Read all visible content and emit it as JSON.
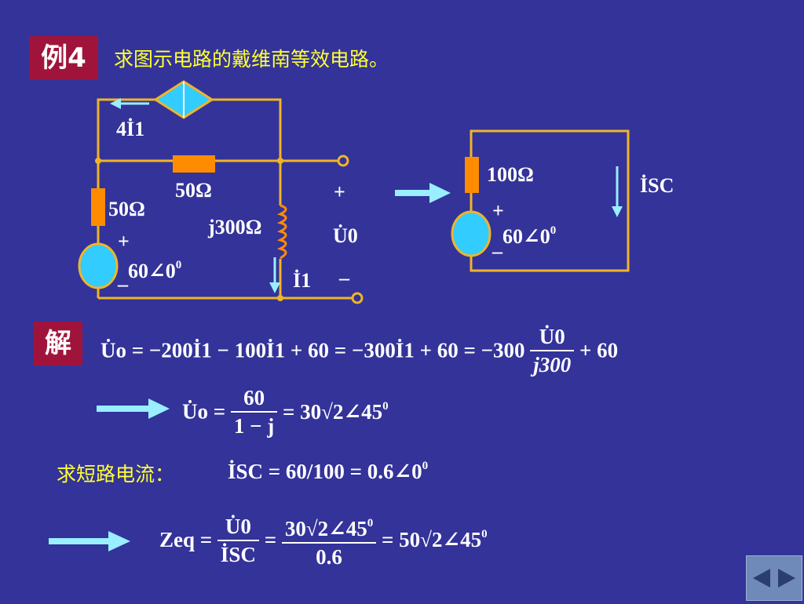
{
  "tags": {
    "example": "例4",
    "solution": "解"
  },
  "question": "求图示电路的戴维南等效电路。",
  "circuit1": {
    "source_label": "4İ1",
    "r_top": "50Ω",
    "r_left": "50Ω",
    "inductor": "j300Ω",
    "plus_left": "+",
    "minus_left": "–",
    "source_value": "60∠0",
    "source_exp": "0",
    "current": "İ1",
    "u0_plus": "+",
    "u0_minus": "–",
    "u0": "U̇0"
  },
  "circuit2": {
    "resistor": "100Ω",
    "plus": "+",
    "minus": "–",
    "source_value": "60∠0",
    "source_exp": "0",
    "current": "İSC"
  },
  "equations": {
    "eq1_left": "U̇o = −200İ1 − 100İ1 + 60 = −300İ1 + 60 = −300",
    "eq1_num": "U̇0",
    "eq1_den": "j300",
    "eq1_tail": "+ 60",
    "eq2_left": "U̇o =",
    "eq2_num": "60",
    "eq2_den": "1 − j",
    "eq2_right": "= 30√2∠45",
    "eq2_exp": "0",
    "short_label": "求短路电流：",
    "eq3": "İSC = 60/100 = 0.6∠0",
    "eq3_exp": "0",
    "eq4_left": "Zeq =",
    "eq4_num1": "U̇0",
    "eq4_den1": "İSC",
    "eq4_num2": "30√2∠45",
    "eq4_num2_exp": "0",
    "eq4_den2": "0.6",
    "eq4_right": "= 50√2∠45",
    "eq4_exp": "0"
  },
  "colors": {
    "background": "#333399",
    "wire": "#f0b428",
    "element": "#ff8c00",
    "source": "#33ccff",
    "arrow": "#99eeff",
    "tag": "#a0143c",
    "text_cn": "#ffff33"
  },
  "icons": [
    "arrow-right-icon",
    "nav-buttons-icon"
  ]
}
